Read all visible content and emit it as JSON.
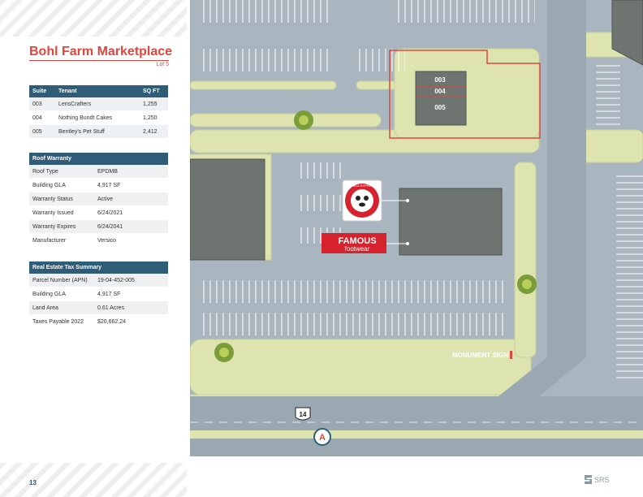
{
  "title": "Bohl Farm Marketplace",
  "subtitle": "Lot 5",
  "tenant_table": {
    "headers": [
      "Suite",
      "Tenant",
      "SQ FT"
    ],
    "rows": [
      [
        "003",
        "LensCrafters",
        "1,255"
      ],
      [
        "004",
        "Nothing Bundt Cakes",
        "1,250"
      ],
      [
        "005",
        "Bentley's Pet Stuff",
        "2,412"
      ]
    ]
  },
  "roof_warranty": {
    "header": "Roof Warranty",
    "rows": [
      [
        "Roof Type",
        "EPDMB"
      ],
      [
        "Building GLA",
        "4,917 SF"
      ],
      [
        "Warranty Status",
        "Active"
      ],
      [
        "Warranty Issued",
        "6/24/2021"
      ],
      [
        "Warranty Expires",
        "6/24/2041"
      ],
      [
        "Manufacturer",
        "Versico"
      ]
    ]
  },
  "tax_summary": {
    "header": "Real Estate Tax Summary",
    "rows": [
      [
        "Parcel Number (APN)",
        "19-04-452-005"
      ],
      [
        "Building GLA",
        "4,917 SF"
      ],
      [
        "Land Area",
        "0.61 Acres"
      ],
      [
        "Taxes Payable 2022",
        "$20,662.24"
      ]
    ]
  },
  "map": {
    "suites": [
      "003",
      "004",
      "005"
    ],
    "monument_sign": "MONUMENT SIGN",
    "route": "14",
    "access_marker": "A",
    "famous_top": "FAMOUS",
    "famous_bottom": "footwear",
    "panda_text": "PANDA EXPRESS"
  },
  "page_number": "13",
  "brand": "SRS",
  "colors": {
    "accent_red": "#e0463e",
    "header_blue": "#2f5c77",
    "asphalt": "#a9b6bf",
    "curb": "#dde4b0",
    "building": "#6e7470"
  }
}
